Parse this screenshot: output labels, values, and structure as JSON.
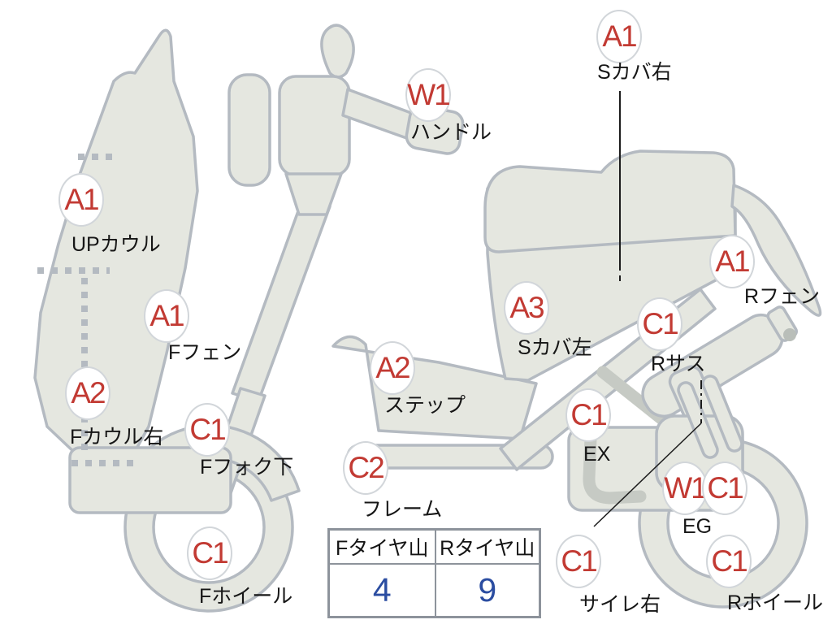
{
  "diagram": {
    "kind": "scooter-condition-diagram",
    "colors": {
      "grade_text": "#c23a33",
      "tread_value_text": "#2b4da1",
      "body_fill": "#e5e7e0",
      "body_outline": "#b4bac1",
      "table_border": "#8d939b"
    }
  },
  "markers": [
    {
      "id": "s-cover-right",
      "grade": "A1",
      "label": "Sカバ右"
    },
    {
      "id": "handle",
      "grade": "W1",
      "label": "ハンドル"
    },
    {
      "id": "up-cowl",
      "grade": "A1",
      "label": "UPカウル"
    },
    {
      "id": "f-fender",
      "grade": "A1",
      "label": "Fフェン"
    },
    {
      "id": "f-cowl-right",
      "grade": "A2",
      "label": "Fカウル右"
    },
    {
      "id": "f-fork-lower",
      "grade": "C1",
      "label": "Fフォク下"
    },
    {
      "id": "f-wheel",
      "grade": "C1",
      "label": "Fホイール"
    },
    {
      "id": "step",
      "grade": "A2",
      "label": "ステップ"
    },
    {
      "id": "frame",
      "grade": "C2",
      "label": "フレーム"
    },
    {
      "id": "s-cover-left",
      "grade": "A3",
      "label": "Sカバ左"
    },
    {
      "id": "r-sus",
      "grade": "C1",
      "label": "Rサス"
    },
    {
      "id": "r-fender",
      "grade": "A1",
      "label": "Rフェン"
    },
    {
      "id": "ex",
      "grade": "C1",
      "label": "EX"
    },
    {
      "id": "eg",
      "grades": [
        "W1",
        "C1"
      ],
      "label": "EG"
    },
    {
      "id": "silencer-right",
      "grade": "C1",
      "label": "サイレ右"
    },
    {
      "id": "r-wheel",
      "grade": "C1",
      "label": "Rホイール"
    }
  ],
  "tire_table": {
    "columns": [
      {
        "header": "Fタイヤ山",
        "value": "4"
      },
      {
        "header": "Rタイヤ山",
        "value": "9"
      }
    ]
  }
}
